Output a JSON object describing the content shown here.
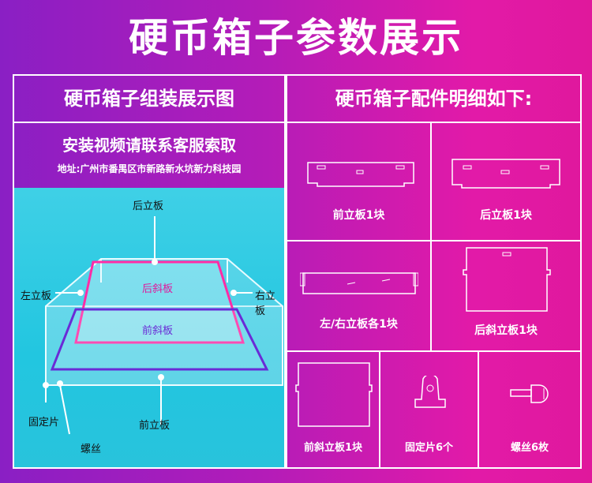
{
  "page": {
    "title": "硬币箱子参数展示"
  },
  "left_panel": {
    "header": "硬币箱子组装展示图",
    "subtitle": "安装视频请联系客服索取",
    "address": "地址:广州市番禺区市新路新水坑新力科技园",
    "labels": {
      "back_panel": "后立板",
      "left_panel": "左立板",
      "right_panel": "右立板",
      "rear_slant": "后斜板",
      "front_slant": "前斜板",
      "fixing_piece": "固定片",
      "front_panel": "前立板",
      "screw": "螺丝"
    }
  },
  "right_panel": {
    "header": "硬币箱子配件明细如下:",
    "parts": [
      {
        "label": "前立板1块",
        "icon": "front-panel-drawing"
      },
      {
        "label": "后立板1块",
        "icon": "back-panel-drawing"
      },
      {
        "label": "左/右立板各1块",
        "icon": "side-panel-drawing"
      },
      {
        "label": "后斜立板1块",
        "icon": "rear-slant-drawing"
      },
      {
        "label": "前斜立板1块",
        "icon": "front-slant-drawing"
      },
      {
        "label": "固定片6个",
        "icon": "fixing-piece-drawing"
      },
      {
        "label": "螺丝6枚",
        "icon": "screw-drawing"
      }
    ]
  },
  "colors": {
    "accent": "#e21aa8",
    "purple": "#8a1fc4",
    "photo_bg": "#28c3dc"
  }
}
